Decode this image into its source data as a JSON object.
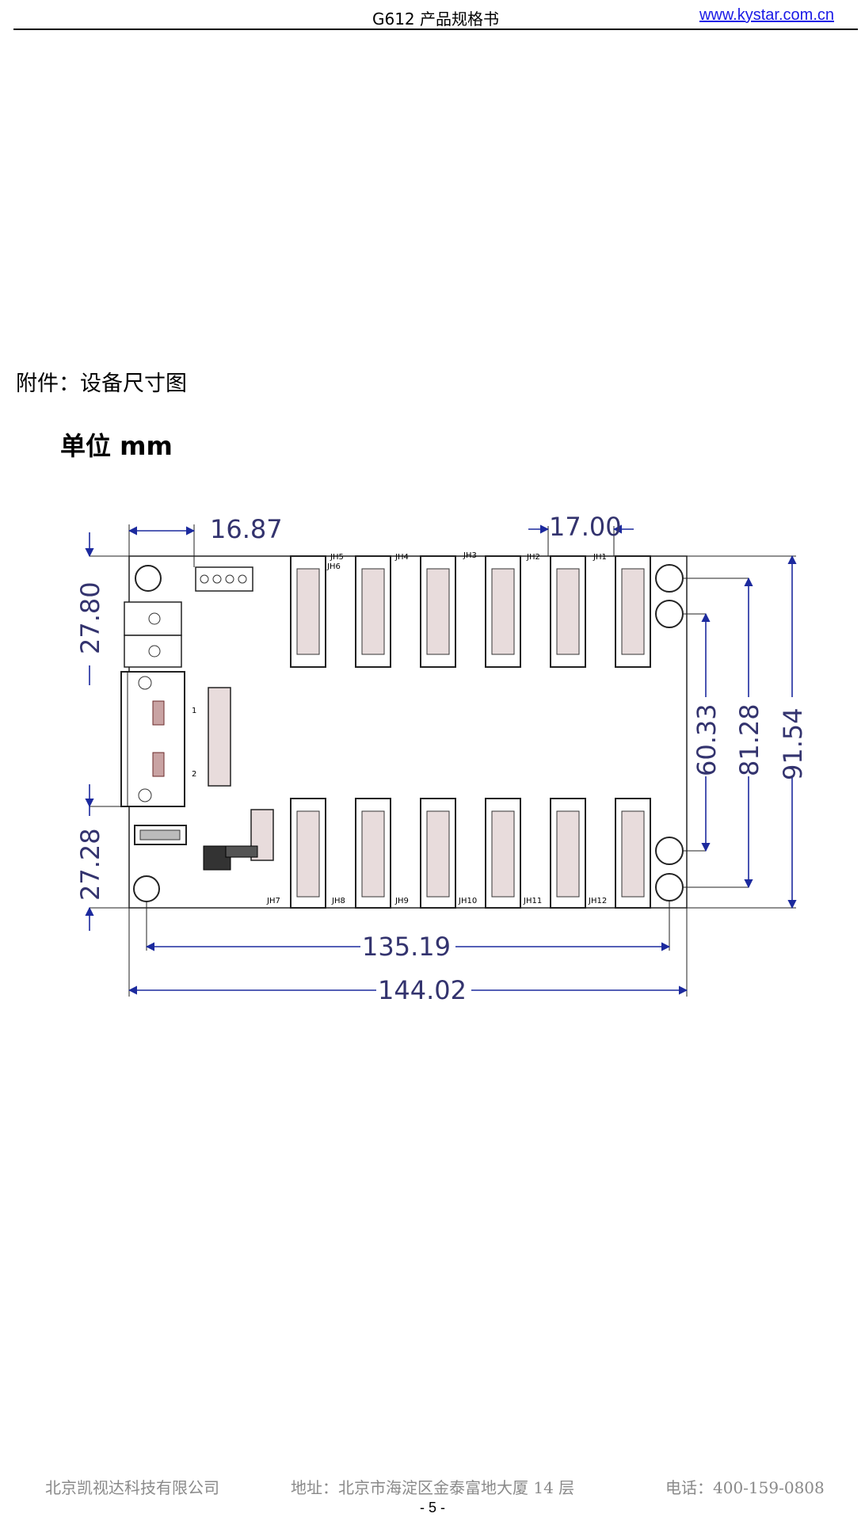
{
  "header": {
    "title": "G612 产品规格书",
    "link": "www.kystar.com.cn"
  },
  "section": {
    "heading": "附件：设备尺寸图",
    "unit": "单位 mm"
  },
  "drawing": {
    "dimensions": {
      "top_left": "16.87",
      "top_right": "17.00",
      "left_upper": "27.80",
      "left_lower": "27.28",
      "right_inner": "60.33",
      "right_middle": "81.28",
      "right_outer": "91.54",
      "bottom_inner": "135.19",
      "bottom_outer": "144.02"
    },
    "connectors_top": [
      "JH6",
      "JH5",
      "JH4",
      "JH3",
      "JH2",
      "JH1"
    ],
    "connectors_bottom": [
      "JH7",
      "JH8",
      "JH9",
      "JH10",
      "JH11",
      "JH12"
    ],
    "port_labels": [
      "1",
      "2"
    ]
  },
  "footer": {
    "company": "北京凯视达科技有限公司",
    "address": "地址：北京市海淀区金泰富地大厦 14 层",
    "phone": "电话：400-159-0808",
    "page": "- 5 -"
  }
}
